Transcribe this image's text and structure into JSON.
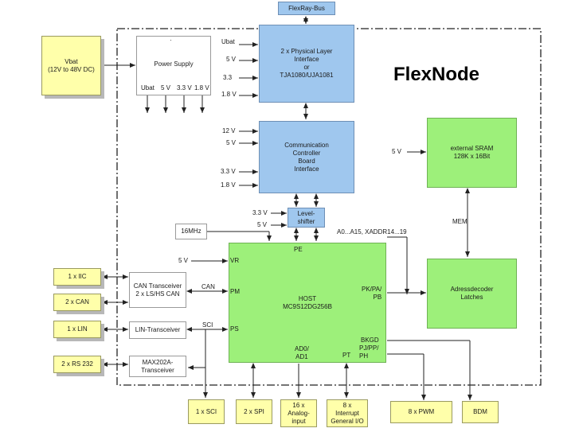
{
  "title": "FlexNode",
  "boxes": {
    "flexray_bus": "FlexRay-Bus",
    "vbat": "Vbat\n(12V to 48V DC)",
    "power_supply": "Power Supply",
    "physical_layer": "2 x Physical Layer\nInterface\nor\nTJA1080/UJA1081",
    "comm_controller": "Communication\nController\nBoard\nInterface",
    "external_sram": "external SRAM\n128K x 16Bit",
    "level_shifter": "Level-\nshifter",
    "clock": "16MHz",
    "host": "HOST\nMC9S12DG256B",
    "address_decoder": "Adressdecoder\nLatches",
    "can_transceiver": "CAN Transceiver\n2 x LS/HS CAN",
    "lin_transceiver": "LIN-Transceiver",
    "max_transceiver": "MAX202A-\nTransceiver",
    "iic": "1 x IIC",
    "can": "2 x CAN",
    "lin": "1 x LIN",
    "rs232": "2 x RS 232",
    "sci": "1 x SCI",
    "spi": "2 x SPI",
    "analog": "16 x\nAnalog-\ninput",
    "interrupt": "8 x\nInterrupt\nGeneral I/O",
    "pwm": "8 x PWM",
    "bdm": "BDM"
  },
  "labels": {
    "ps_dot": "·",
    "ps_ubat": "Ubat",
    "ps_5v": "5 V",
    "ps_33v": "3.3 V",
    "ps_18v": "1.8 V",
    "phy_ubat": "Ubat",
    "phy_5v": "5 V",
    "phy_33v": "3.3",
    "phy_18v": "1.8 V",
    "cc_12v": "12 V",
    "cc_5v": "5 V",
    "cc_33v": "3.3 V",
    "cc_18v": "1.8 V",
    "sram_5v": "5 V",
    "ls_33v": "3.3 V",
    "ls_5v": "5 V",
    "host_5v": "5 V",
    "mem": "MEM",
    "addr_bus": "A0...A15, XADDR14...19",
    "pe": "PE",
    "vr": "VR",
    "pm": "PM",
    "ps": "PS",
    "can_line": "CAN",
    "sci_line": "SCI",
    "pk_pa_pb": "PK/PA/\nPB",
    "bkgd": "BKGD",
    "pj_pp_ph": "PJ/PP/\nPH",
    "ad": "AD0/\nAD1",
    "pt": "PT"
  }
}
